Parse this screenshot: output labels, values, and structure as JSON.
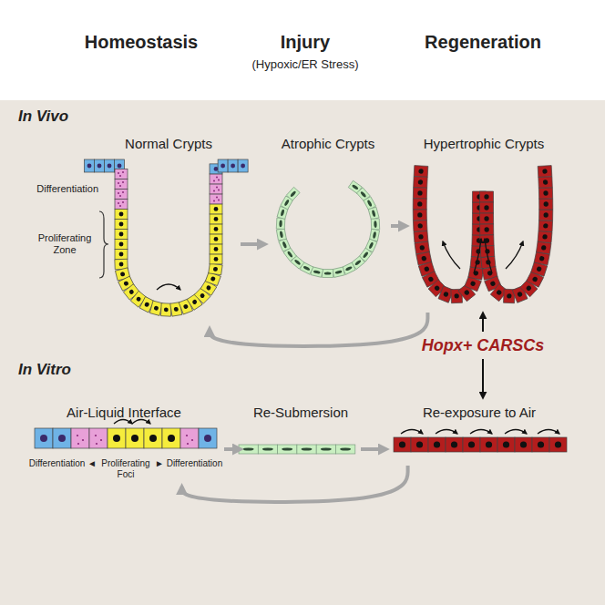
{
  "diagram": {
    "nodes": [
      {
        "text": [
          "Normal Crypts"
        ]
      },
      {
        "text": [
          "Atrophic Crypts"
        ]
      },
      {
        "text": [
          "Hypertrophic Crypts"
        ]
      },
      {
        "text": [
          "Hopx+ CARSCs"
        ]
      },
      {
        "text": [
          "Air-Liquid Interface"
        ]
      },
      {
        "text": [
          "Re-Submersion"
        ]
      },
      {
        "text": [
          "Re-exposure to Air"
        ]
      }
    ],
    "edges": [
      {
        "from": 0,
        "to": 1,
        "arrow": "to"
      },
      {
        "from": 1,
        "to": 2,
        "arrow": "to"
      },
      {
        "from": 2,
        "to": 0,
        "arrow": "to"
      },
      {
        "from": 3,
        "to": 2,
        "arrow": "to"
      },
      {
        "from": 3,
        "to": 6,
        "arrow": "to"
      },
      {
        "from": 4,
        "to": 5,
        "arrow": "to"
      },
      {
        "from": 5,
        "to": 6,
        "arrow": "to"
      },
      {
        "from": 6,
        "to": 4,
        "arrow": "to"
      }
    ],
    "labels": [
      "Homeostasis",
      "Injury",
      "(Hypoxic/ER Stress)",
      "Regeneration",
      "In Vivo",
      "Differentiation",
      "Proliferating Zone",
      "In Vitro",
      "Proliferating Foci",
      "Differentiation ◄",
      "► Differentiation"
    ]
  }
}
